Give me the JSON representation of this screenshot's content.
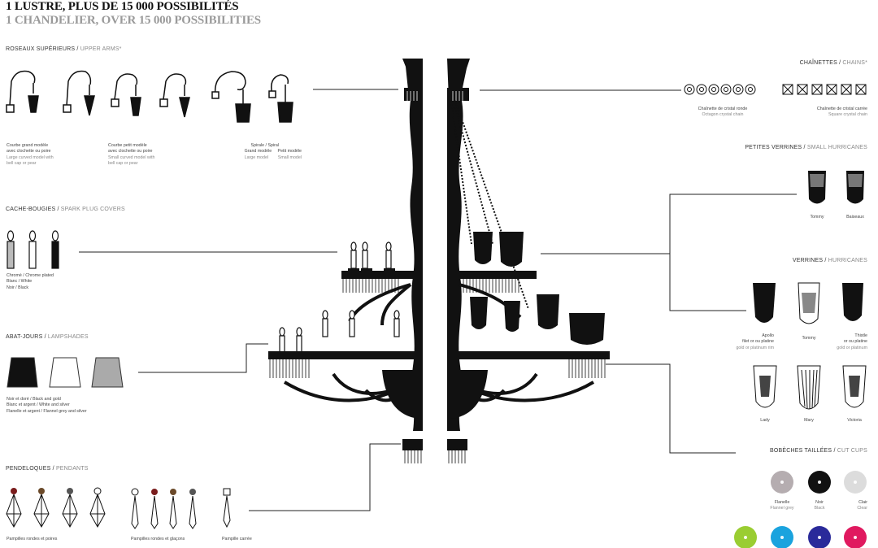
{
  "title": {
    "fr": "1 LUSTRE, PLUS DE 15 000 POSSIBILITÉS",
    "en": "1 CHANDELIER, OVER 15 000 POSSIBILITIES"
  },
  "sections": {
    "upper_arms": {
      "fr": "ROSEAUX SUPÉRIEURS /",
      "en": " UPPER ARMS*",
      "captions": [
        {
          "l1": "Courbe grand modèle",
          "l2": "avec clochette ou poire",
          "l3": "Large curved model with",
          "l4": "bell cap or pear"
        },
        {
          "l1": "Courbe petit modèle",
          "l2": "avec clochette ou poire",
          "l3": "Small curved model with",
          "l4": "bell cap or pear"
        },
        {
          "l1": "Spirale / Spiral",
          "l2": "Grand modèle     Petit modèle",
          "l3": "Large model        Small model"
        }
      ]
    },
    "spark_plug_covers": {
      "fr": "CACHE-BOUGIES /",
      "en": " SPARK PLUG COVERS",
      "l1": "Chromé / Chrome plated",
      "l2": "Blanc / White",
      "l3": "Noir / Black"
    },
    "lampshades": {
      "fr": "ABAT-JOURS /",
      "en": " LAMPSHADES",
      "l1": "Noir et doré / Black and gold",
      "l2": "Blanc et argent / White and silver",
      "l3": "Flanelle et argent / Flannel grey and silver"
    },
    "pendants": {
      "fr": "PENDELOQUES /",
      "en": " PENDANTS",
      "c1": "Pampilles rondes et poires",
      "c2": "Pampilles rondes et glaçons",
      "c3": "Pampille carrée"
    },
    "chains": {
      "fr": "CHAÎNETTES /",
      "en": " CHAINS*",
      "a1": "Chaînette de cristal ronde",
      "a2": "Octagon crystal chain",
      "b1": "Chaînette de cristal carrée",
      "b2": "Square crystal chain"
    },
    "small_hurricanes": {
      "fr": "PETITES VERRINES /",
      "en": " SMALL HURRICANES",
      "items": [
        "Tommy",
        "Baiseaux"
      ]
    },
    "hurricanes": {
      "fr": "VERRINES /",
      "en": " HURRICANES",
      "apollo": {
        "l1": "Apollo",
        "l2": "filet or ou platine",
        "l3": "gold or platinum rim"
      },
      "tommy": "Tommy",
      "thistle": {
        "l1": "Thistle",
        "l2": "or ou platine",
        "l3": "gold or platinum"
      },
      "lady": "Lady",
      "mary": "Mary",
      "victoria": "Victoria"
    },
    "cut_cups": {
      "fr": "BOBÈCHES TAILLÉES /",
      "en": " CUT CUPS",
      "items": [
        {
          "fr": "Flanelle",
          "en": "Flannel grey",
          "color": "#b5adb0"
        },
        {
          "fr": "Noir",
          "en": "Black",
          "color": "#111111"
        },
        {
          "fr": "Clair",
          "en": "Clear",
          "color": "#dcdcdc"
        }
      ],
      "colors_row2": [
        "#9acd32",
        "#1aa3de",
        "#2a2a9a",
        "#e0195f"
      ]
    }
  }
}
